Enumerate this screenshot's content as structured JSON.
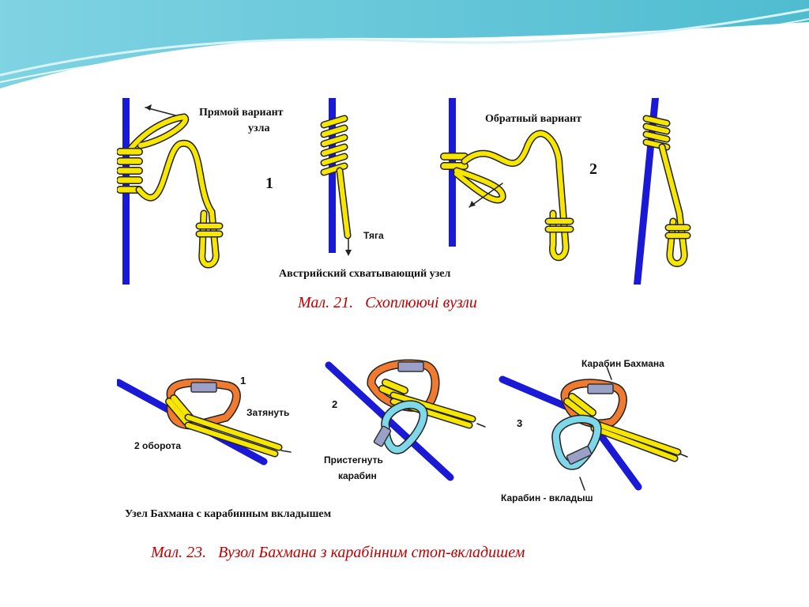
{
  "figure1": {
    "direct_variant_line1": "Прямой вариант",
    "direct_variant_line2": "узла",
    "num1": "1",
    "pull": "Тяга",
    "reverse_variant": "Обратный вариант",
    "num2": "2",
    "title": "Австрийский схватывающий узел"
  },
  "caption1": "Мал. 21.   Схоплюючі вузли",
  "figure2": {
    "step1": "1",
    "tighten": "Затянуть",
    "two_turns": "2 оборота",
    "step2": "2",
    "clip_line1": "Пристегнуть",
    "clip_line2": "карабин",
    "step3": "3",
    "bachmann_carabiner": "Карабин Бахмана",
    "carabiner_insert": "Карабин - вкладыш",
    "title": "Узел Бахмана с карабинным вкладышем"
  },
  "caption2": "Мал. 23.   Вузол Бахмана з карабінним стоп-вкладишем",
  "colors": {
    "rope_yellow": "#f7e600",
    "support_blue": "#1a1ad6",
    "carabiner_orange": "#f07a30",
    "carabiner_cyan": "#7fd8ea",
    "caption_red": "#c00000",
    "wave_teal": "#5fc4d6"
  }
}
